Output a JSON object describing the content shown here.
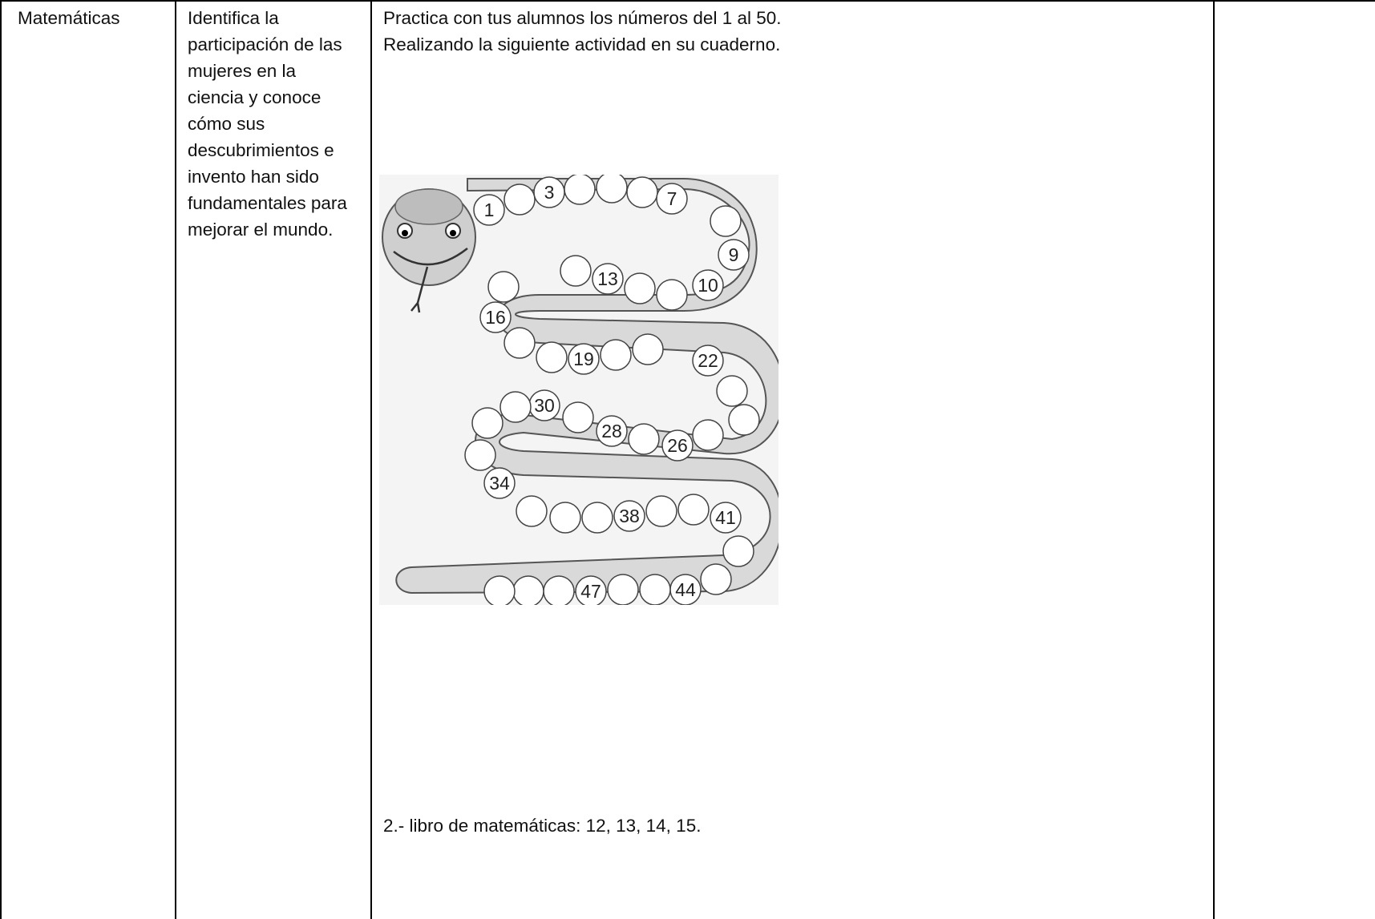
{
  "table": {
    "subject": "Matemáticas",
    "objective": "Identifica la participación de las mujeres en la ciencia y conoce cómo sus descubrimientos e invento han sido fundamentales para mejorar el mundo.",
    "activity_line1": "Practica con tus alumnos los números del 1 al 50.",
    "activity_line2": "Realizando la siguiente actividad en su cuaderno.",
    "task": "2.- libro de matemáticas: 12, 13, 14, 15.",
    "last_column": ""
  },
  "snake": {
    "shown_numbers": [
      "1",
      "3",
      "7",
      "9",
      "10",
      "13",
      "16",
      "19",
      "22",
      "26",
      "28",
      "30",
      "34",
      "38",
      "41",
      "44",
      "47"
    ]
  }
}
